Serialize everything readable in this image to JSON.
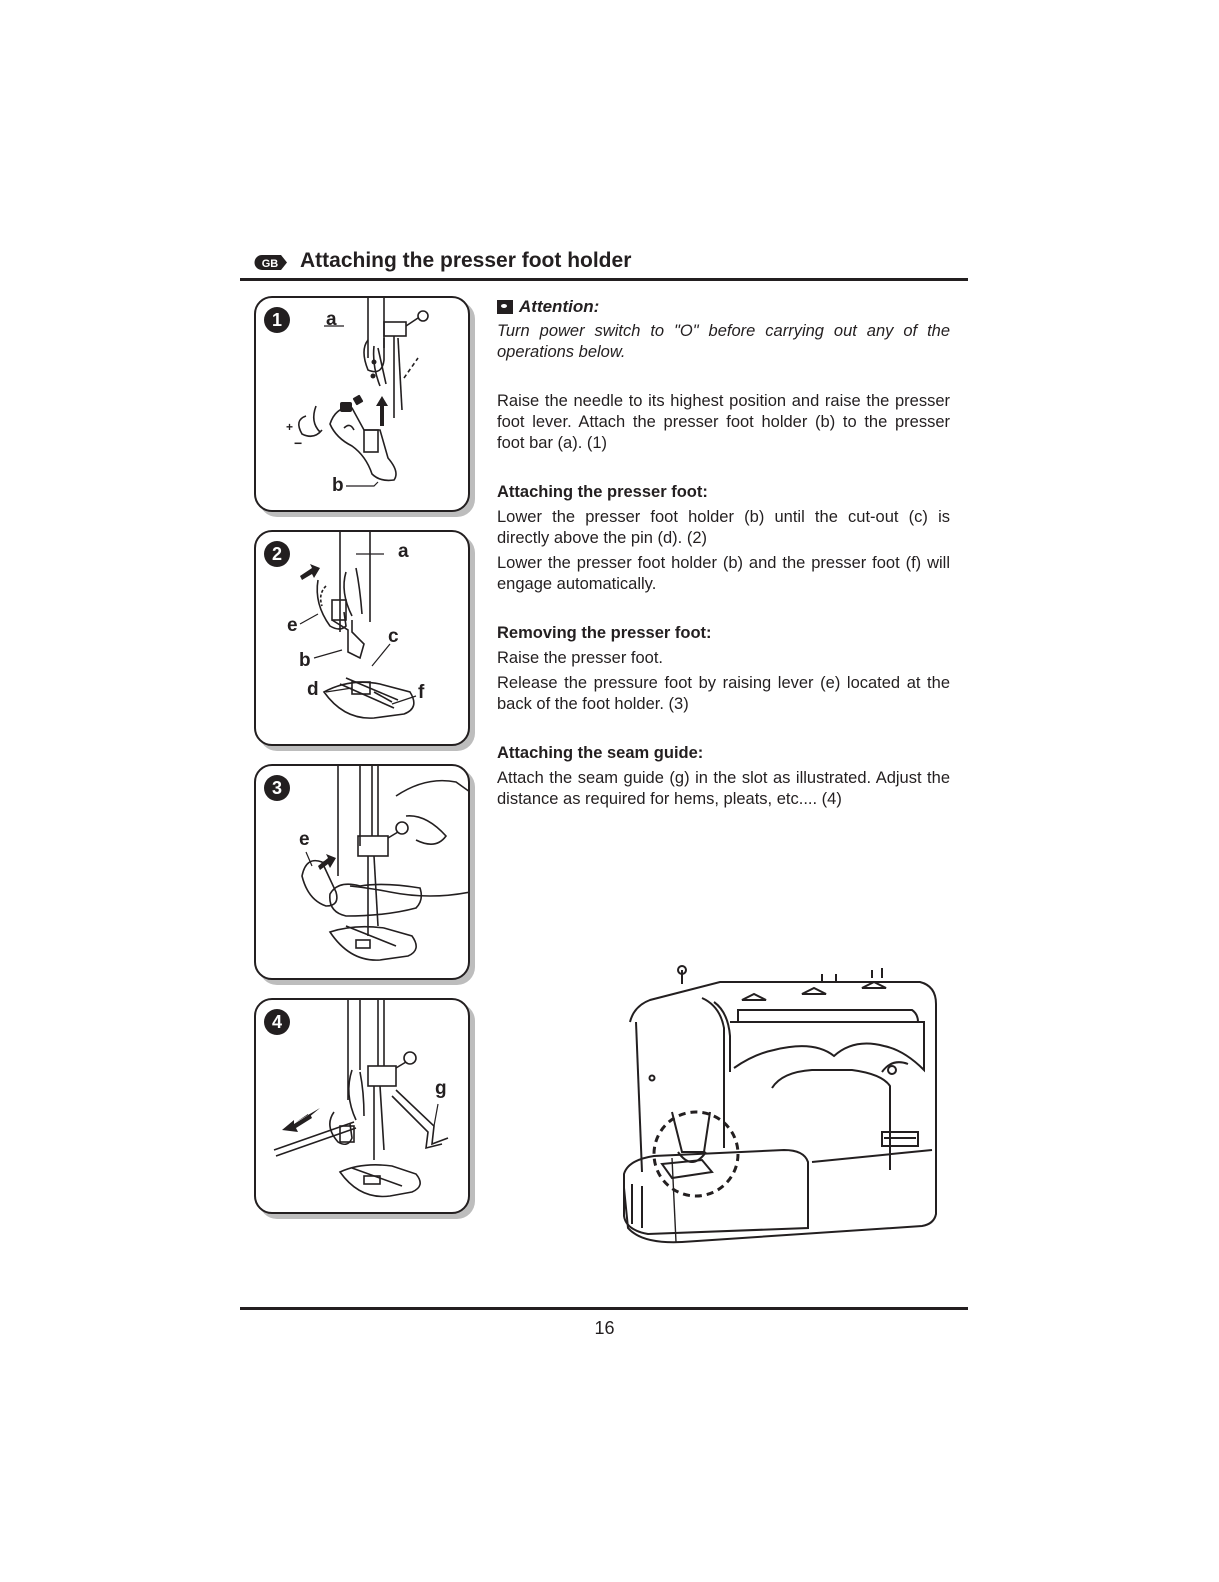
{
  "header": {
    "badge": "GB",
    "title": "Attaching the presser foot holder"
  },
  "steps": [
    {
      "number": "1",
      "labels": {
        "a": "a",
        "b": "b"
      }
    },
    {
      "number": "2",
      "labels": {
        "a": "a",
        "e": "e",
        "c": "c",
        "b": "b",
        "d": "d",
        "f": "f"
      }
    },
    {
      "number": "3",
      "labels": {
        "e": "e"
      }
    },
    {
      "number": "4",
      "labels": {
        "g": "g"
      }
    }
  ],
  "attention": {
    "title": "Attention:",
    "text": "Turn power switch to \"O\" before carrying out any of the operations below."
  },
  "intro": "Raise the needle to its highest position and raise the presser foot lever. Attach the presser foot holder (b) to the presser foot bar (a). (1)",
  "sections": [
    {
      "heading": "Attaching the presser foot:",
      "paragraphs": [
        "Lower the presser foot holder (b) until the cut-out (c) is directly above the pin (d). (2)",
        "Lower the presser foot holder (b) and the presser foot (f) will engage automatically."
      ]
    },
    {
      "heading": "Removing the presser foot:",
      "paragraphs": [
        "Raise the presser foot.",
        "Release the pressure foot by raising lever (e) located at the back of the foot holder. (3)"
      ]
    },
    {
      "heading": "Attaching the seam guide:",
      "paragraphs": [
        "Attach the seam guide (g) in the slot as illustrated. Adjust the distance as required for hems, pleats, etc.... (4)"
      ]
    }
  ],
  "diagram_symbols": {
    "plus": "+",
    "minus": "−"
  },
  "footer": {
    "page_number": "16"
  }
}
